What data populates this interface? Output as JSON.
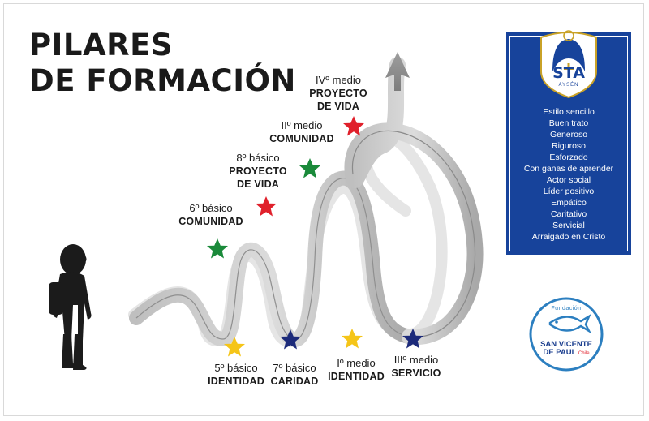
{
  "title": {
    "line1": "PILARES",
    "line2": "DE FORMACIÓN"
  },
  "stages": [
    {
      "level": "5º básico",
      "pillar": "IDENTIDAD"
    },
    {
      "level": "6º básico",
      "pillar": "COMUNIDAD"
    },
    {
      "level": "7º básico",
      "pillar": "CARIDAD"
    },
    {
      "level": "8º básico",
      "pillar": "PROYECTO",
      "pillar2": "DE VIDA"
    },
    {
      "level": "Iº medio",
      "pillar": "IDENTIDAD"
    },
    {
      "level": "IIº medio",
      "pillar": "COMUNIDAD"
    },
    {
      "level": "IIIº medio",
      "pillar": "SERVICIO"
    },
    {
      "level": "IVº medio",
      "pillar": "PROYECTO",
      "pillar2": "DE VIDA"
    }
  ],
  "pillar_colors": {
    "IDENTIDAD": "#f5c518",
    "COMUNIDAD": "#1a8a3a",
    "CARIDAD": "#1c2a7a",
    "PROYECTO DE VIDA": "#e0202b",
    "SERVICIO": "#1c2a7a"
  },
  "school_logo": {
    "letters": "STA",
    "subtitle": "AYSÉN"
  },
  "values_panel": {
    "color": "#17439b",
    "items": [
      "Estilo sencillo",
      "Buen trato",
      "Generoso",
      "Riguroso",
      "Esforzado",
      "Con ganas de aprender",
      "Actor social",
      "Líder positivo",
      "Empático",
      "Caritativo",
      "Servicial",
      "Arraigado en Cristo"
    ]
  },
  "foundation_logo": {
    "top": "Fundación",
    "name_line1": "SAN VICENTE",
    "name_line2": "DE PAUL",
    "country": "Chile"
  },
  "icons": [
    "child-silhouette-icon",
    "spiral-arrow-icon",
    "star-icon",
    "cross-icon",
    "fish-icon"
  ]
}
